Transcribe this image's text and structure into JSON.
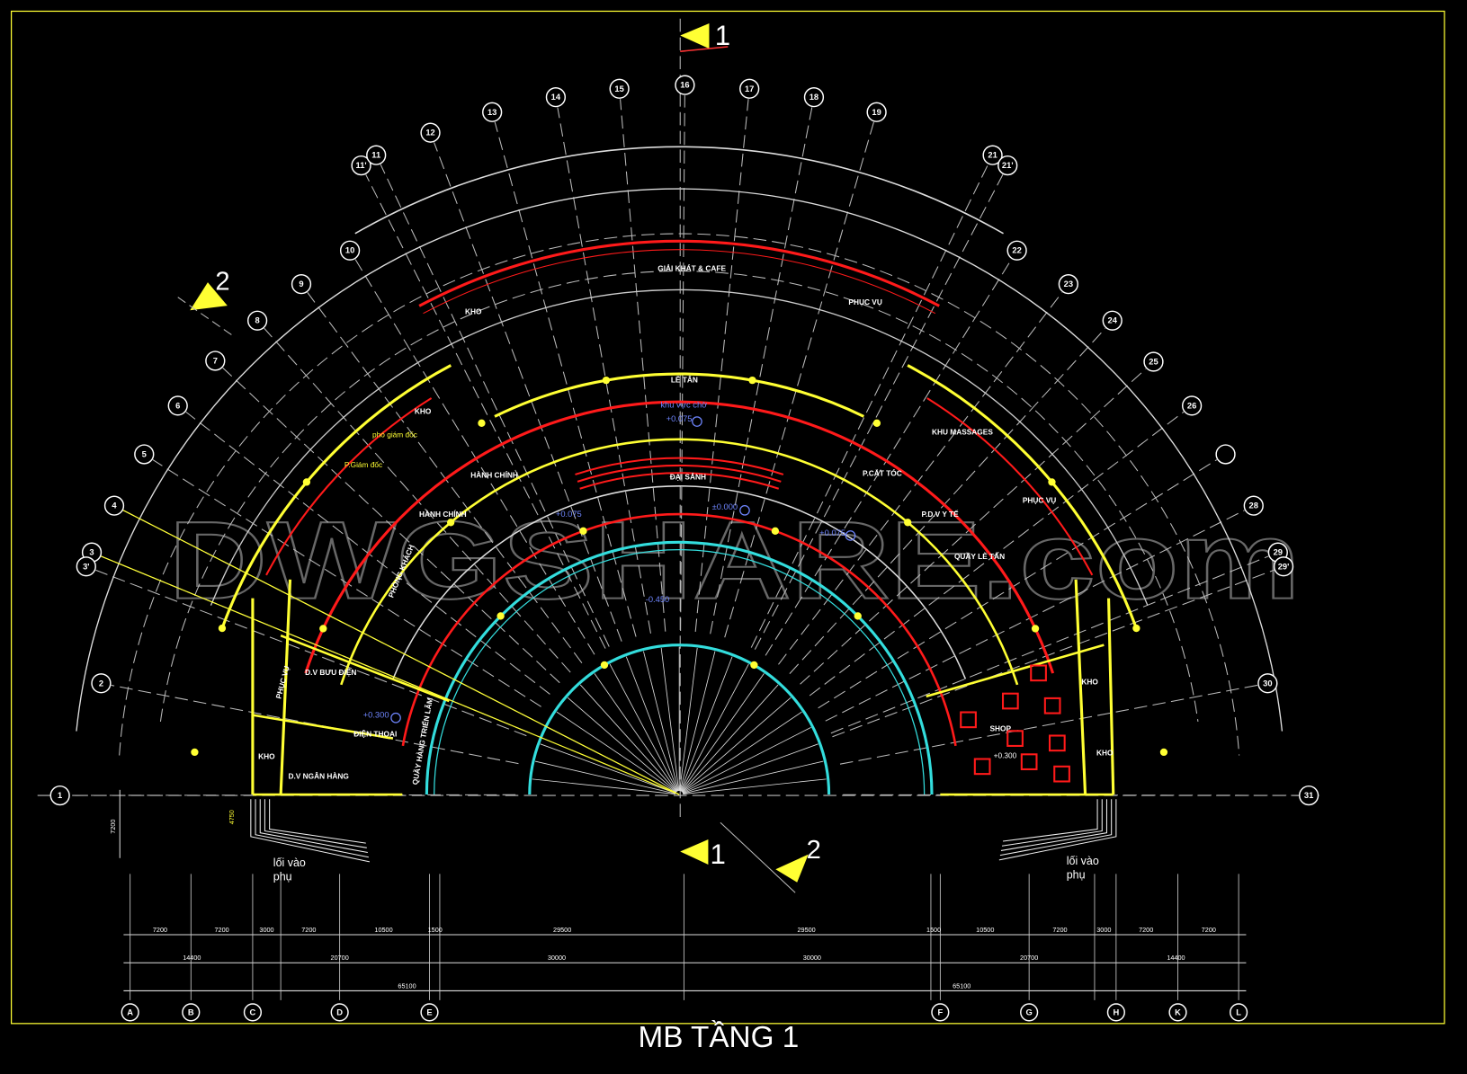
{
  "title": "MB TẦNG 1",
  "watermark": "DWGSHARE.com",
  "colors": {
    "wall_red": "#ff1a1a",
    "wall_yellow": "#ffff33",
    "cyan": "#33dddd",
    "grid": "#bbbbbb",
    "frame": "#ffff33",
    "elevation_blue": "#6f86ff"
  },
  "section_markers": {
    "s1_top": "1",
    "s1_bottom": "1",
    "s2_left": "2",
    "s2_bottom": "2"
  },
  "radial_axes": [
    "1",
    "2",
    "3",
    "3'",
    "4",
    "5",
    "6",
    "7",
    "8",
    "9",
    "10",
    "11'",
    "11",
    "12",
    "13",
    "14",
    "15",
    "16",
    "17",
    "18",
    "19",
    "21",
    "21'",
    "22",
    "23",
    "24",
    "25",
    "26",
    "",
    "28",
    "29",
    "29'",
    "30",
    "31"
  ],
  "column_axes": [
    "A",
    "B",
    "C",
    "D",
    "E",
    "F",
    "G",
    "H",
    "K",
    "L"
  ],
  "dimensions": {
    "row1": [
      "7200",
      "7200",
      "3000",
      "7200",
      "10500",
      "1500",
      "29500",
      "29500",
      "1500",
      "10500",
      "7200",
      "3000",
      "7200",
      "7200"
    ],
    "row2": [
      "14400",
      "20700",
      "30000",
      "30000",
      "20700",
      "14400"
    ],
    "row3": [
      "65100",
      "65100"
    ],
    "side_left": "7200",
    "side_entrance": "4750"
  },
  "rooms": {
    "cafe": "GIẢI KHÁT & CAFE",
    "reception": "LỄ TÂN",
    "waiting": "khu vực chờ",
    "lobby": "ĐẠI SẢNH",
    "store_1": "KHO",
    "store_2": "KHO",
    "deputy_director": "phó giám đốc",
    "director": "P.Giám đốc",
    "admin_1": "HÀNH CHÍNH",
    "admin_2": "HÀNH CHÍNH",
    "guest_room": "PHÒNG KHÁCH",
    "service_1": "PHỤC VỤ",
    "massage": "KHU MASSAGES",
    "barber": "P.CẮT TÓC",
    "medical": "P.D.V Y TẾ",
    "service_2": "PHỤC VỤ",
    "front_desk": "QUẦY LỄ TÂN",
    "post_office": "D.V BƯU ĐIỆN",
    "service_3": "PHỤC VỤ",
    "telephone": "ĐIỆN THOẠI",
    "store_3": "KHO",
    "bank": "D.V NGÂN HÀNG",
    "exhibition": "QUẦY HÀNG TRIỂN LÃM",
    "shop": "SHOP",
    "store_4": "KHO",
    "store_5": "KHO",
    "side_entry_left_1": "lối vào",
    "side_entry_left_2": "phụ",
    "side_entry_right_1": "lối vào",
    "side_entry_right_2": "phụ"
  },
  "elevations": {
    "waiting": "+0.075",
    "lobby": "±0.000",
    "left_hall": "+0.075",
    "right_hall": "+0.075",
    "drop_off": "-0.450",
    "services": "+0.300",
    "shop": "+0.300"
  }
}
